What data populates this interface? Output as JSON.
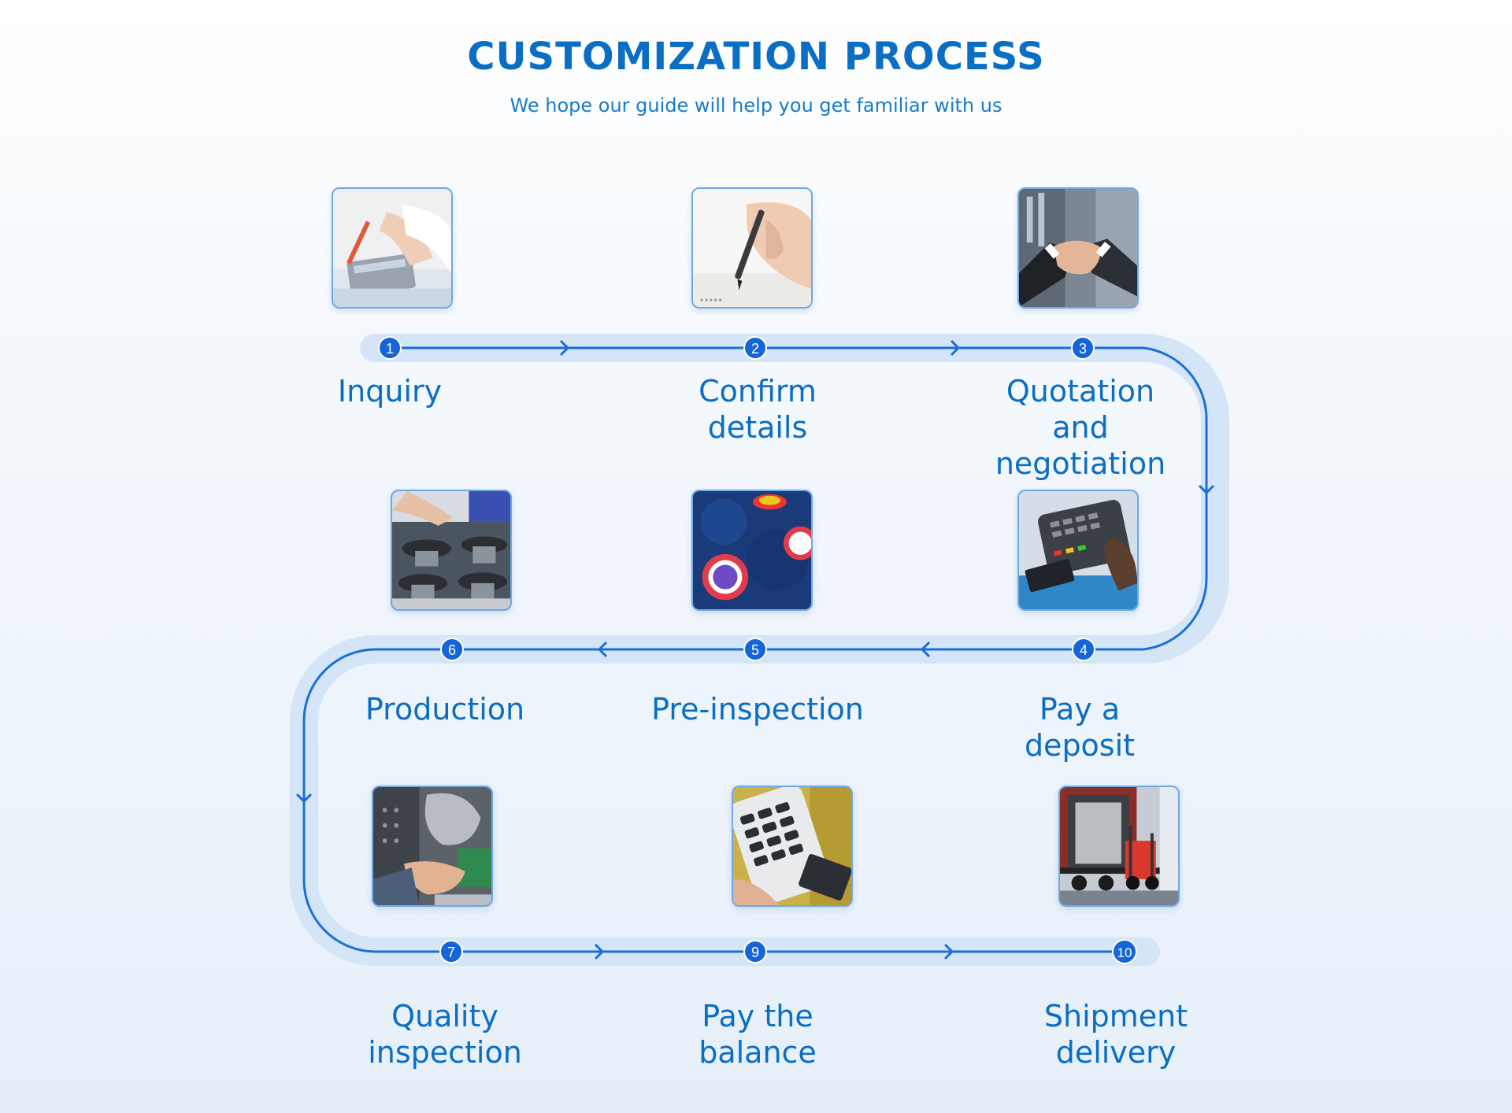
{
  "header": {
    "title": "CUSTOMIZATION PROCESS",
    "subtitle": "We hope our guide will help you get familiar with us"
  },
  "colors": {
    "accent": "#0a6fc4",
    "line": "#1a6fd6",
    "track_shadow": "#d4e5f7",
    "badge": "#1565d8"
  },
  "steps": [
    {
      "number": "1",
      "label": "Inquiry",
      "icon": "calculator-hands-photo"
    },
    {
      "number": "2",
      "label": "Confirm\ndetails",
      "icon": "pen-signing-photo"
    },
    {
      "number": "3",
      "label": "Quotation\nand\nnegotiation",
      "icon": "handshake-photo"
    },
    {
      "number": "4",
      "label": "Pay a\ndeposit",
      "icon": "card-terminal-photo"
    },
    {
      "number": "5",
      "label": "Pre-inspection",
      "icon": "dark-blue-chips-photo"
    },
    {
      "number": "6",
      "label": "Production",
      "icon": "machinery-assembly-photo"
    },
    {
      "number": "7",
      "label": "Quality\ninspection",
      "icon": "parts-inspection-photo"
    },
    {
      "number": "9",
      "label": "Pay the\nbalance",
      "icon": "payment-keypad-photo"
    },
    {
      "number": "10",
      "label": "Shipment\ndelivery",
      "icon": "truck-forklift-photo"
    }
  ]
}
